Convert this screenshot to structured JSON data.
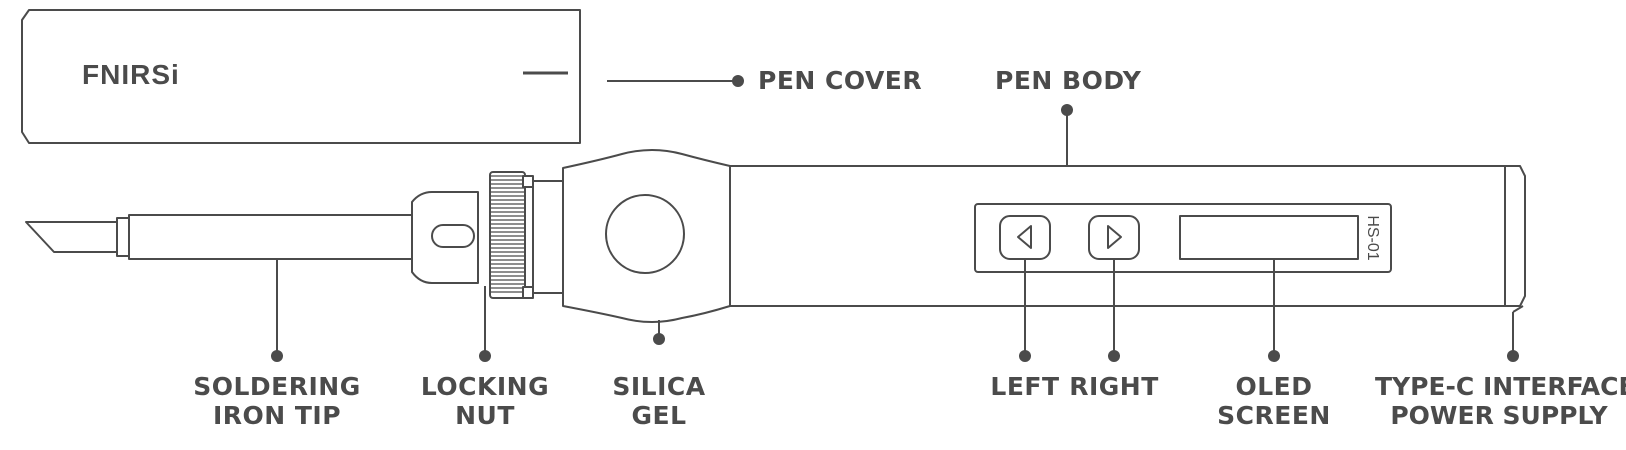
{
  "colors": {
    "stroke": "#4b4b4b",
    "label": "#4b4b4b",
    "fill": "#ffffff"
  },
  "brand": {
    "logo": "FNIRSi",
    "model": "HS-01"
  },
  "labels": {
    "pen_cover": "PEN COVER",
    "pen_body": "PEN BODY",
    "soldering_tip": [
      "SOLDERING",
      "IRON TIP"
    ],
    "locking_nut": [
      "LOCKING",
      "NUT"
    ],
    "silica_gel": [
      "SILICA",
      "GEL"
    ],
    "left": "LEFT",
    "right": "RIGHT",
    "oled_screen": [
      "OLED",
      "SCREEN"
    ],
    "type_c": [
      "TYPE-C INTERFACE",
      "POWER SUPPLY"
    ]
  }
}
